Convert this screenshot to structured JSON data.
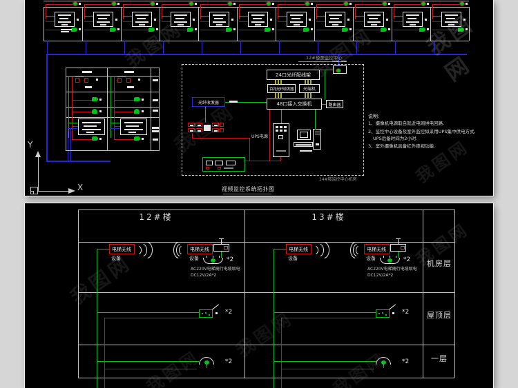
{
  "watermark": "我图网",
  "top_page": {
    "title": "视频监控系统拓扑图",
    "link_label": "12#楼至监控中心",
    "room_label": "14#楼监控中心机房",
    "devices": {
      "patch_panel": "24口光纤配线架",
      "media_converter": "百兆光纤收发器",
      "optical_terminal": "光端机",
      "switch": "48口接入交换机",
      "router": "路由器",
      "fiber_transceiver": "光纤收发器",
      "ups": "UPS电源"
    },
    "notes": {
      "heading": "说明:",
      "lines": [
        "1、摄像机电源取自就近电网供电回路.",
        "2、监控中心设备及室外监控拟采用UPS集中供电方式,",
        "UPS后备时间为2小时.",
        "3、室外摄像机具备红外夜视功能."
      ]
    },
    "axis": {
      "x": "X",
      "y": "Y"
    }
  },
  "bottom_page": {
    "columns": [
      {
        "header": "12#楼"
      },
      {
        "header": "13#楼"
      }
    ],
    "floors": [
      "机房层",
      "屋顶层",
      "一层"
    ],
    "cluster": {
      "elevator_wireless": "电梯无线",
      "device": "设备",
      "power_note1": "AC220V电梯随行电缆取电",
      "power_note2": "DC12V/2A*2",
      "qty": "*2"
    }
  }
}
